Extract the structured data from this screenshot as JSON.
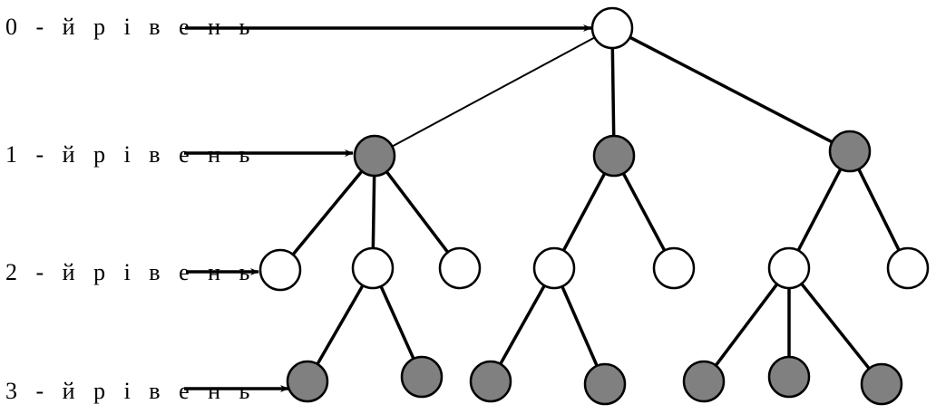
{
  "levels": [
    {
      "label": "0 - й  р і в е н ь"
    },
    {
      "label": "1 - й  р і в е н ь"
    },
    {
      "label": "2 - й  р і в е н ь"
    },
    {
      "label": "3 - й  р і в е н ь"
    }
  ],
  "tree": {
    "root": "n0",
    "nodes": [
      {
        "id": "n0",
        "level": 0,
        "fill": "white"
      },
      {
        "id": "n1a",
        "level": 1,
        "fill": "gray",
        "parent": "n0"
      },
      {
        "id": "n1b",
        "level": 1,
        "fill": "gray",
        "parent": "n0"
      },
      {
        "id": "n1c",
        "level": 1,
        "fill": "gray",
        "parent": "n0"
      },
      {
        "id": "n2a",
        "level": 2,
        "fill": "white",
        "parent": "n1a"
      },
      {
        "id": "n2b",
        "level": 2,
        "fill": "white",
        "parent": "n1a"
      },
      {
        "id": "n2c",
        "level": 2,
        "fill": "white",
        "parent": "n1a"
      },
      {
        "id": "n2d",
        "level": 2,
        "fill": "white",
        "parent": "n1b"
      },
      {
        "id": "n2e",
        "level": 2,
        "fill": "white",
        "parent": "n1b"
      },
      {
        "id": "n2f",
        "level": 2,
        "fill": "white",
        "parent": "n1c"
      },
      {
        "id": "n2g",
        "level": 2,
        "fill": "white",
        "parent": "n1c"
      },
      {
        "id": "n3a",
        "level": 3,
        "fill": "gray",
        "parent": "n2b"
      },
      {
        "id": "n3b",
        "level": 3,
        "fill": "gray",
        "parent": "n2b"
      },
      {
        "id": "n3c",
        "level": 3,
        "fill": "gray",
        "parent": "n2d"
      },
      {
        "id": "n3d",
        "level": 3,
        "fill": "gray",
        "parent": "n2d"
      },
      {
        "id": "n3e",
        "level": 3,
        "fill": "gray",
        "parent": "n2f"
      },
      {
        "id": "n3f",
        "level": 3,
        "fill": "gray",
        "parent": "n2f"
      },
      {
        "id": "n3g",
        "level": 3,
        "fill": "gray",
        "parent": "n2f"
      }
    ]
  },
  "colors": {
    "node_white": "#ffffff",
    "node_gray": "#808080",
    "stroke": "#000000"
  }
}
